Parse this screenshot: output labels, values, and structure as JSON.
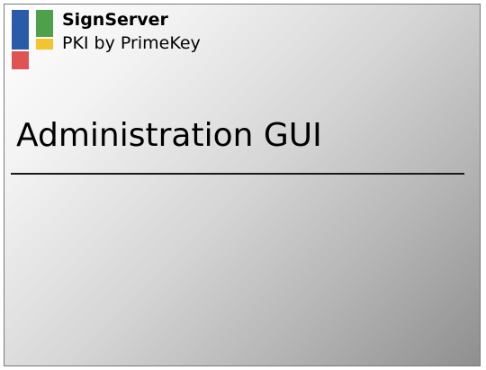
{
  "brand": {
    "product_name": "SignServer",
    "tagline": "PKI by PrimeKey",
    "logo_colors": [
      "#2a5ba8",
      "#e05353",
      "#4fa04a",
      "#f3c42d"
    ]
  },
  "splash": {
    "title": "Administration GUI"
  }
}
